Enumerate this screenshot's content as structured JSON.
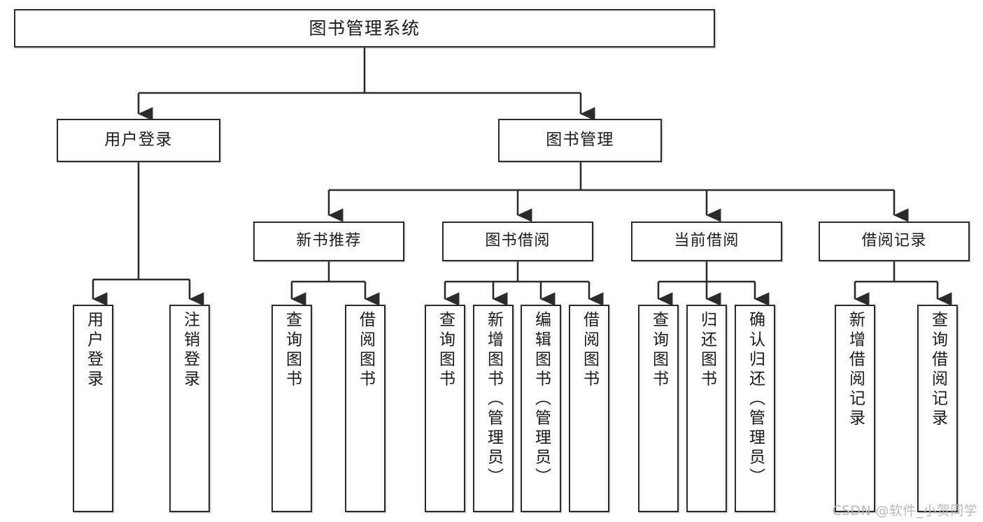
{
  "diagram": {
    "type": "tree",
    "title": "图书管理系统",
    "root": {
      "label": "图书管理系统"
    },
    "level1": [
      {
        "label": "用户登录"
      },
      {
        "label": "图书管理"
      }
    ],
    "level2": [
      {
        "label": "新书推荐"
      },
      {
        "label": "图书借阅"
      },
      {
        "label": "当前借阅"
      },
      {
        "label": "借阅记录"
      }
    ],
    "leaves": {
      "user_login": [
        {
          "label": "用户登录"
        },
        {
          "label": "注销登录"
        }
      ],
      "new_book": [
        {
          "label": "查询图书"
        },
        {
          "label": "借阅图书"
        }
      ],
      "borrow_book": [
        {
          "label": "查询图书"
        },
        {
          "label": "新增图书（管理员）"
        },
        {
          "label": "编辑图书（管理员）"
        },
        {
          "label": "借阅图书"
        }
      ],
      "current_borrow": [
        {
          "label": "查询图书"
        },
        {
          "label": "归还图书"
        },
        {
          "label": "确认归还（管理员）"
        }
      ],
      "borrow_record": [
        {
          "label": "新增借阅记录"
        },
        {
          "label": "查询借阅记录"
        }
      ]
    }
  },
  "watermark": {
    "text": "CSDN @软件_小贺同学"
  },
  "colors": {
    "border": "#2b2b2b",
    "background": "#ffffff",
    "text": "#1a1a1a",
    "watermark": "#b9b9b9"
  }
}
